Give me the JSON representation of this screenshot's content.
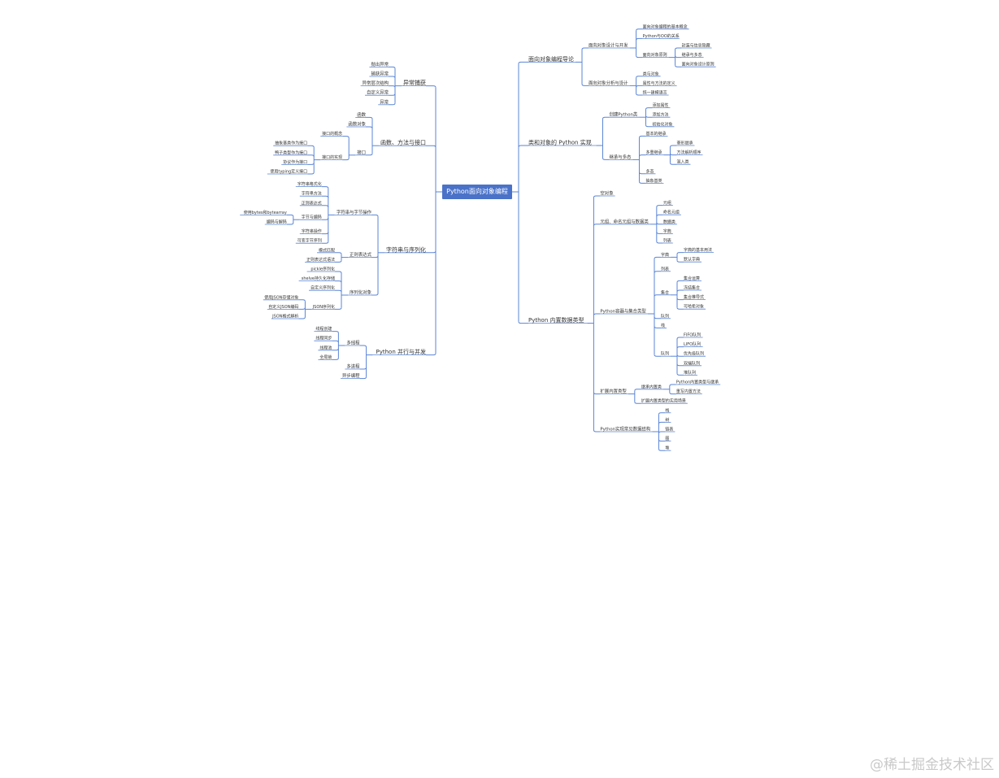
{
  "root": "Python面向对象编程",
  "watermark": "@稀土掘金技术社区",
  "colors": {
    "line": "#5a85d6",
    "root_fill": "#4a72c8",
    "text": "#333333"
  },
  "right": [
    {
      "label": "面向对象编程导论",
      "children": [
        {
          "label": "面向对象设计与开发",
          "children": [
            {
              "label": "面向对象编程的基本概念"
            },
            {
              "label": "Python与OO的关系"
            },
            {
              "label": "面向对象原则",
              "children": [
                {
                  "label": "封装与信息隐藏"
                },
                {
                  "label": "继承与多态"
                },
                {
                  "label": "面向对象设计原则"
                }
              ]
            }
          ]
        },
        {
          "label": "面向对象分析与设计",
          "children": [
            {
              "label": "类与对象"
            },
            {
              "label": "属性与方法的定义"
            },
            {
              "label": "统一建模语言"
            }
          ]
        }
      ]
    },
    {
      "label": "类和对象的 Python 实现",
      "children": [
        {
          "label": "创建Python类",
          "children": [
            {
              "label": "添加属性"
            },
            {
              "label": "添加方法"
            },
            {
              "label": "初始化对象"
            }
          ]
        },
        {
          "label": "继承与多态",
          "children": [
            {
              "label": "基本的继承"
            },
            {
              "label": "多重继承",
              "children": [
                {
                  "label": "菱形继承"
                },
                {
                  "label": "方法解析顺序"
                },
                {
                  "label": "混入类"
                }
              ]
            },
            {
              "label": "多态"
            },
            {
              "label": "抽象基类"
            }
          ]
        }
      ]
    },
    {
      "label": "Python 内置数据类型",
      "children": [
        {
          "label": "空对象"
        },
        {
          "label": "元组、命名元组与数据类",
          "children": [
            {
              "label": "元组"
            },
            {
              "label": "命名元组"
            },
            {
              "label": "数据类"
            },
            {
              "label": "字典"
            },
            {
              "label": "列表"
            }
          ]
        },
        {
          "label": "Python容器与集合类型",
          "children": [
            {
              "label": "字典",
              "children": [
                {
                  "label": "字典的基本用法"
                },
                {
                  "label": "默认字典"
                }
              ]
            },
            {
              "label": "列表"
            },
            {
              "label": "集合",
              "children": [
                {
                  "label": "集合运算"
                },
                {
                  "label": "冻结集合"
                },
                {
                  "label": "集合推导式"
                },
                {
                  "label": "可哈希对象"
                }
              ]
            },
            {
              "label": "队列"
            },
            {
              "label": "栈"
            },
            {
              "label": "队列",
              "children": [
                {
                  "label": "FIFO队列"
                },
                {
                  "label": "LIFO队列"
                },
                {
                  "label": "优先级队列"
                },
                {
                  "label": "双端队列"
                },
                {
                  "label": "堆队列"
                }
              ]
            }
          ]
        },
        {
          "label": "扩展内置类型",
          "children": [
            {
              "label": "继承内置类",
              "children": [
                {
                  "label": "Python内置类型与继承"
                },
                {
                  "label": "重写内置方法"
                }
              ]
            },
            {
              "label": "扩展内置类型的实用场景"
            }
          ]
        },
        {
          "label": "Python实现常见数据结构",
          "children": [
            {
              "label": "栈"
            },
            {
              "label": "树"
            },
            {
              "label": "链表"
            },
            {
              "label": "图"
            },
            {
              "label": "堆"
            }
          ]
        }
      ]
    }
  ],
  "left": [
    {
      "label": "异常捕获",
      "children": [
        {
          "label": "抛出异常"
        },
        {
          "label": "捕获异常"
        },
        {
          "label": "异常层次结构"
        },
        {
          "label": "自定义异常"
        },
        {
          "label": "异常"
        }
      ]
    },
    {
      "label": "函数、方法与接口",
      "children": [
        {
          "label": "函数"
        },
        {
          "label": "函数对象"
        },
        {
          "label": "接口",
          "children": [
            {
              "label": "接口的概念"
            },
            {
              "label": "接口的实现",
              "children": [
                {
                  "label": "抽象基类作为接口"
                },
                {
                  "label": "鸭子类型作为接口"
                },
                {
                  "label": "协议作为接口"
                },
                {
                  "label": "使用typing定义接口"
                }
              ]
            }
          ]
        }
      ]
    },
    {
      "label": "字符串与序列化",
      "children": [
        {
          "label": "字符串与字节操作",
          "children": [
            {
              "label": "字符串格式化"
            },
            {
              "label": "字符串方法"
            },
            {
              "label": "正则表达式"
            },
            {
              "label": "字节与编码",
              "children": [
                {
                  "label": "使用bytes和bytearray"
                },
                {
                  "label": "编码与解码"
                }
              ]
            },
            {
              "label": "字符串操作"
            },
            {
              "label": "可变字节序列"
            }
          ]
        },
        {
          "label": "正则表达式",
          "children": [
            {
              "label": "模式匹配"
            },
            {
              "label": "正则表达式语法"
            }
          ]
        },
        {
          "label": "序列化对象",
          "children": [
            {
              "label": "pickle序列化"
            },
            {
              "label": "shelve持久化存储"
            },
            {
              "label": "自定义序列化"
            },
            {
              "label": "JSON序列化",
              "children": [
                {
                  "label": "使用JSON存储对象"
                },
                {
                  "label": "自定义JSON编码"
                },
                {
                  "label": "JSON格式解析"
                }
              ]
            }
          ]
        }
      ]
    },
    {
      "label": "Python 并行与并发",
      "children": [
        {
          "label": "多线程",
          "children": [
            {
              "label": "线程创建"
            },
            {
              "label": "线程同步"
            },
            {
              "label": "线程池"
            },
            {
              "label": "全局锁"
            }
          ]
        },
        {
          "label": "多进程"
        },
        {
          "label": "异步编程"
        }
      ]
    }
  ]
}
